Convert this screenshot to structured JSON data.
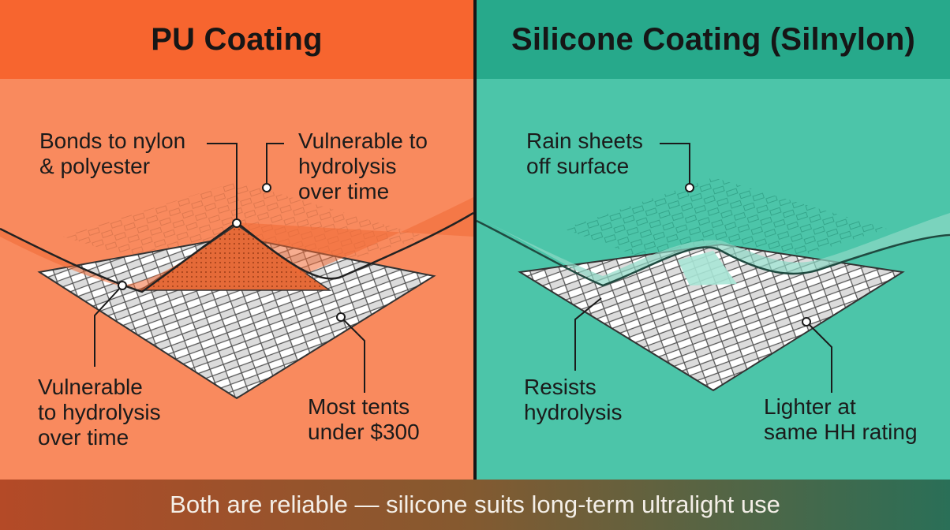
{
  "left_panel": {
    "title": "PU Coating",
    "labels": {
      "bonds": "Bonds to nylon\n& polyester",
      "vulnerable_top": "Vulnerable to\nhydrolysis\nover time",
      "vulnerable_bottom": "Vulnerable\nto hydrolysis\nover time",
      "most_tents": "Most tents\nunder $300"
    },
    "colors": {
      "header": "#f7652f",
      "body": "#f98a5e"
    }
  },
  "right_panel": {
    "title": "Silicone Coating (Silnylon)",
    "labels": {
      "rain_sheets": "Rain sheets\noff surface",
      "resists": "Resists\nhydrolysis",
      "lighter": "Lighter at\nsame HH rating"
    },
    "colors": {
      "header": "#27a98b",
      "body": "#4cc5a9"
    }
  },
  "footer": {
    "caption": "Both are reliable — silicone suits long-term ultralight use"
  }
}
